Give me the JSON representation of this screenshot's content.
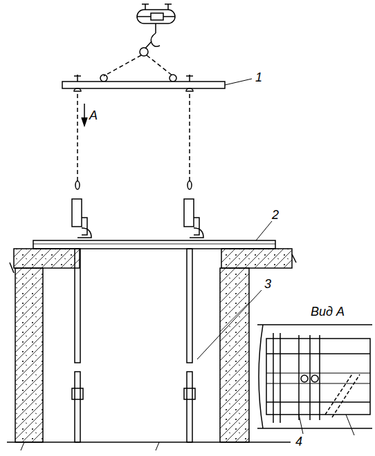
{
  "diagram": {
    "labels": [
      "1",
      "А",
      "2",
      "3",
      "Вид А",
      "4"
    ]
  }
}
